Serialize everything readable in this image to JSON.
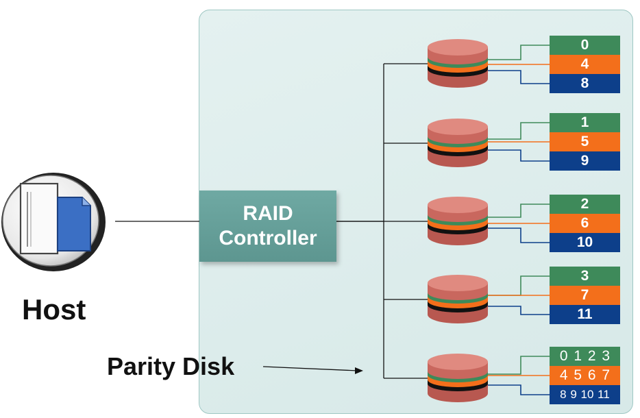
{
  "host": {
    "label": "Host",
    "icon": "server-document-icon"
  },
  "raid_controller": {
    "line1": "RAID",
    "line2": "Controller"
  },
  "parity_label": "Parity Disk",
  "colors": {
    "green": "#3e8a5a",
    "orange": "#f36f1b",
    "blue": "#0d3f8a",
    "disk_top": "#e08a80",
    "controller": "#6fa9a3",
    "panel": "#dcedec"
  },
  "disks": [
    {
      "stripes": [
        "0",
        "4",
        "8"
      ]
    },
    {
      "stripes": [
        "1",
        "5",
        "9"
      ]
    },
    {
      "stripes": [
        "2",
        "6",
        "10"
      ]
    },
    {
      "stripes": [
        "3",
        "7",
        "11"
      ]
    },
    {
      "stripes": [
        "0 1 2 3",
        "4 5 6 7",
        "8 9 10 11"
      ]
    }
  ]
}
